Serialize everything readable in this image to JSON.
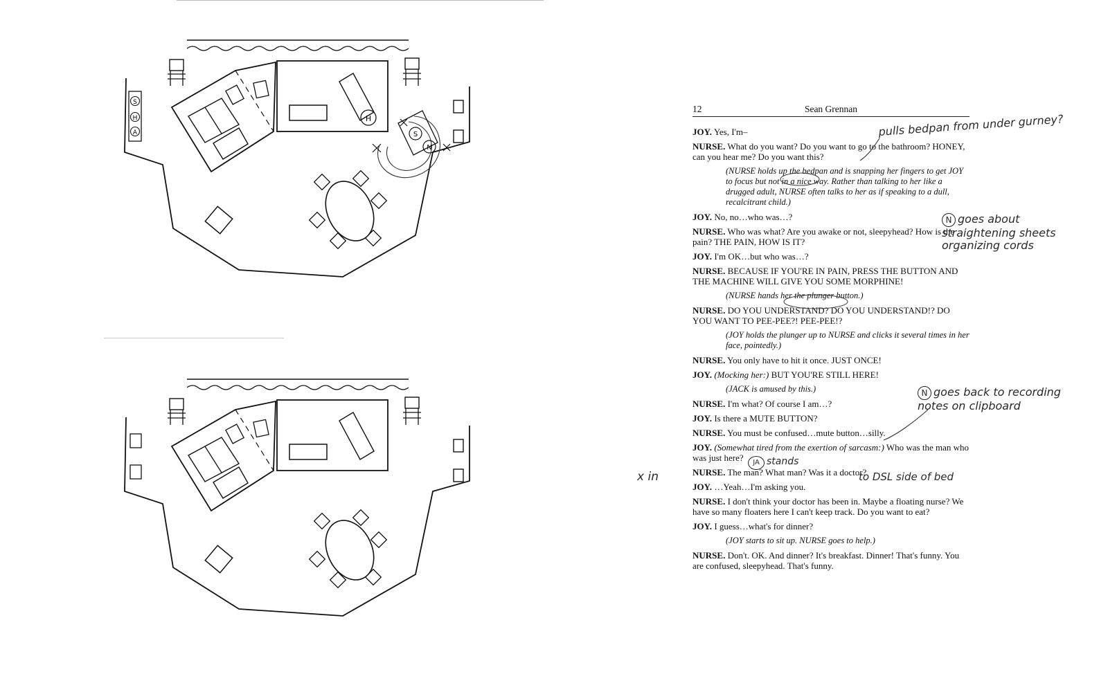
{
  "diagrams": {
    "top_symbols": [
      "A",
      "H",
      "S"
    ],
    "top_marks": [
      "H",
      "S",
      "N"
    ]
  },
  "script": {
    "page_number": "12",
    "author": "Sean Grennan",
    "lines": [
      {
        "type": "dialogue",
        "speaker": "JOY.",
        "text": " Yes, I'm–"
      },
      {
        "type": "dialogue",
        "speaker": "NURSE.",
        "text": " What do you want? Do you want to go to the bathroom? HONEY, can you hear me? Do you want this?"
      },
      {
        "type": "stage",
        "text": "(NURSE holds up the bedpan and is snapping her fingers to get JOY to focus but not in a nice way. Rather than talking to her like a drugged adult, NURSE often talks to her as if speaking to a dull, recalcitrant child.)"
      },
      {
        "type": "dialogue",
        "speaker": "JOY.",
        "text": " No, no…who was…?"
      },
      {
        "type": "dialogue",
        "speaker": "NURSE.",
        "text": " Who was what? Are you awake or not, sleepyhead? How is the pain? THE PAIN, HOW IS IT?"
      },
      {
        "type": "dialogue",
        "speaker": "JOY.",
        "text": " I'm OK…but who was…?"
      },
      {
        "type": "dialogue",
        "speaker": "NURSE.",
        "text": " BECAUSE IF YOU'RE IN PAIN, PRESS THE BUTTON AND THE MACHINE WILL GIVE YOU SOME MORPHINE!"
      },
      {
        "type": "stage",
        "text": "(NURSE hands her the plunger button.)"
      },
      {
        "type": "dialogue",
        "speaker": "NURSE.",
        "text": " DO YOU UNDERSTAND? DO YOU UNDERSTAND!? DO YOU WANT TO PEE-PEE?! PEE-PEE!?"
      },
      {
        "type": "stage",
        "text": "(JOY holds the plunger up to NURSE and clicks it several times in her face, pointedly.)"
      },
      {
        "type": "dialogue",
        "speaker": "NURSE.",
        "text": " You only have to hit it once. JUST ONCE!"
      },
      {
        "type": "dialogue",
        "speaker": "JOY.",
        "pre": " (Mocking her:)",
        "text": " BUT YOU'RE STILL HERE!"
      },
      {
        "type": "stage",
        "text": "(JACK is amused by this.)"
      },
      {
        "type": "dialogue",
        "speaker": "NURSE.",
        "text": " I'm what? Of course I am…?"
      },
      {
        "type": "dialogue",
        "speaker": "JOY.",
        "text": " Is there a MUTE BUTTON?"
      },
      {
        "type": "dialogue",
        "speaker": "NURSE.",
        "text": " You must be confused…mute button…silly."
      },
      {
        "type": "dialogue",
        "speaker": "JOY.",
        "pre": " (Somewhat tired from the exertion of sarcasm:)",
        "text": " Who was the man who was just here?"
      },
      {
        "type": "dialogue",
        "speaker": "NURSE.",
        "text": " The man? What man? Was it a doctor?"
      },
      {
        "type": "dialogue",
        "speaker": "JOY.",
        "text": " …Yeah…I'm asking you."
      },
      {
        "type": "dialogue",
        "speaker": "NURSE.",
        "text": " I don't think your doctor has been in. Maybe a floating nurse? We have so many floaters here I can't keep track. Do you want to eat?"
      },
      {
        "type": "dialogue",
        "speaker": "JOY.",
        "text": " I guess…what's for dinner?"
      },
      {
        "type": "stage",
        "text": "(JOY starts to sit up. NURSE goes to help.)"
      },
      {
        "type": "dialogue",
        "speaker": "NURSE.",
        "text": " Don't. OK. And dinner? It's breakfast. Dinner! That's funny. You are confused, sleepyhead. That's funny."
      }
    ]
  },
  "annotations": {
    "note1": "pulls bedpan from under gurney?",
    "note2_mark": "N",
    "note2": "goes about straightening sheets organizing cords",
    "note3_mark": "N",
    "note3": "goes back to recording notes on clipboard",
    "note4_mark": "JA",
    "note4": "stands",
    "note5": "to DSL side of bed",
    "note6": "x in"
  }
}
